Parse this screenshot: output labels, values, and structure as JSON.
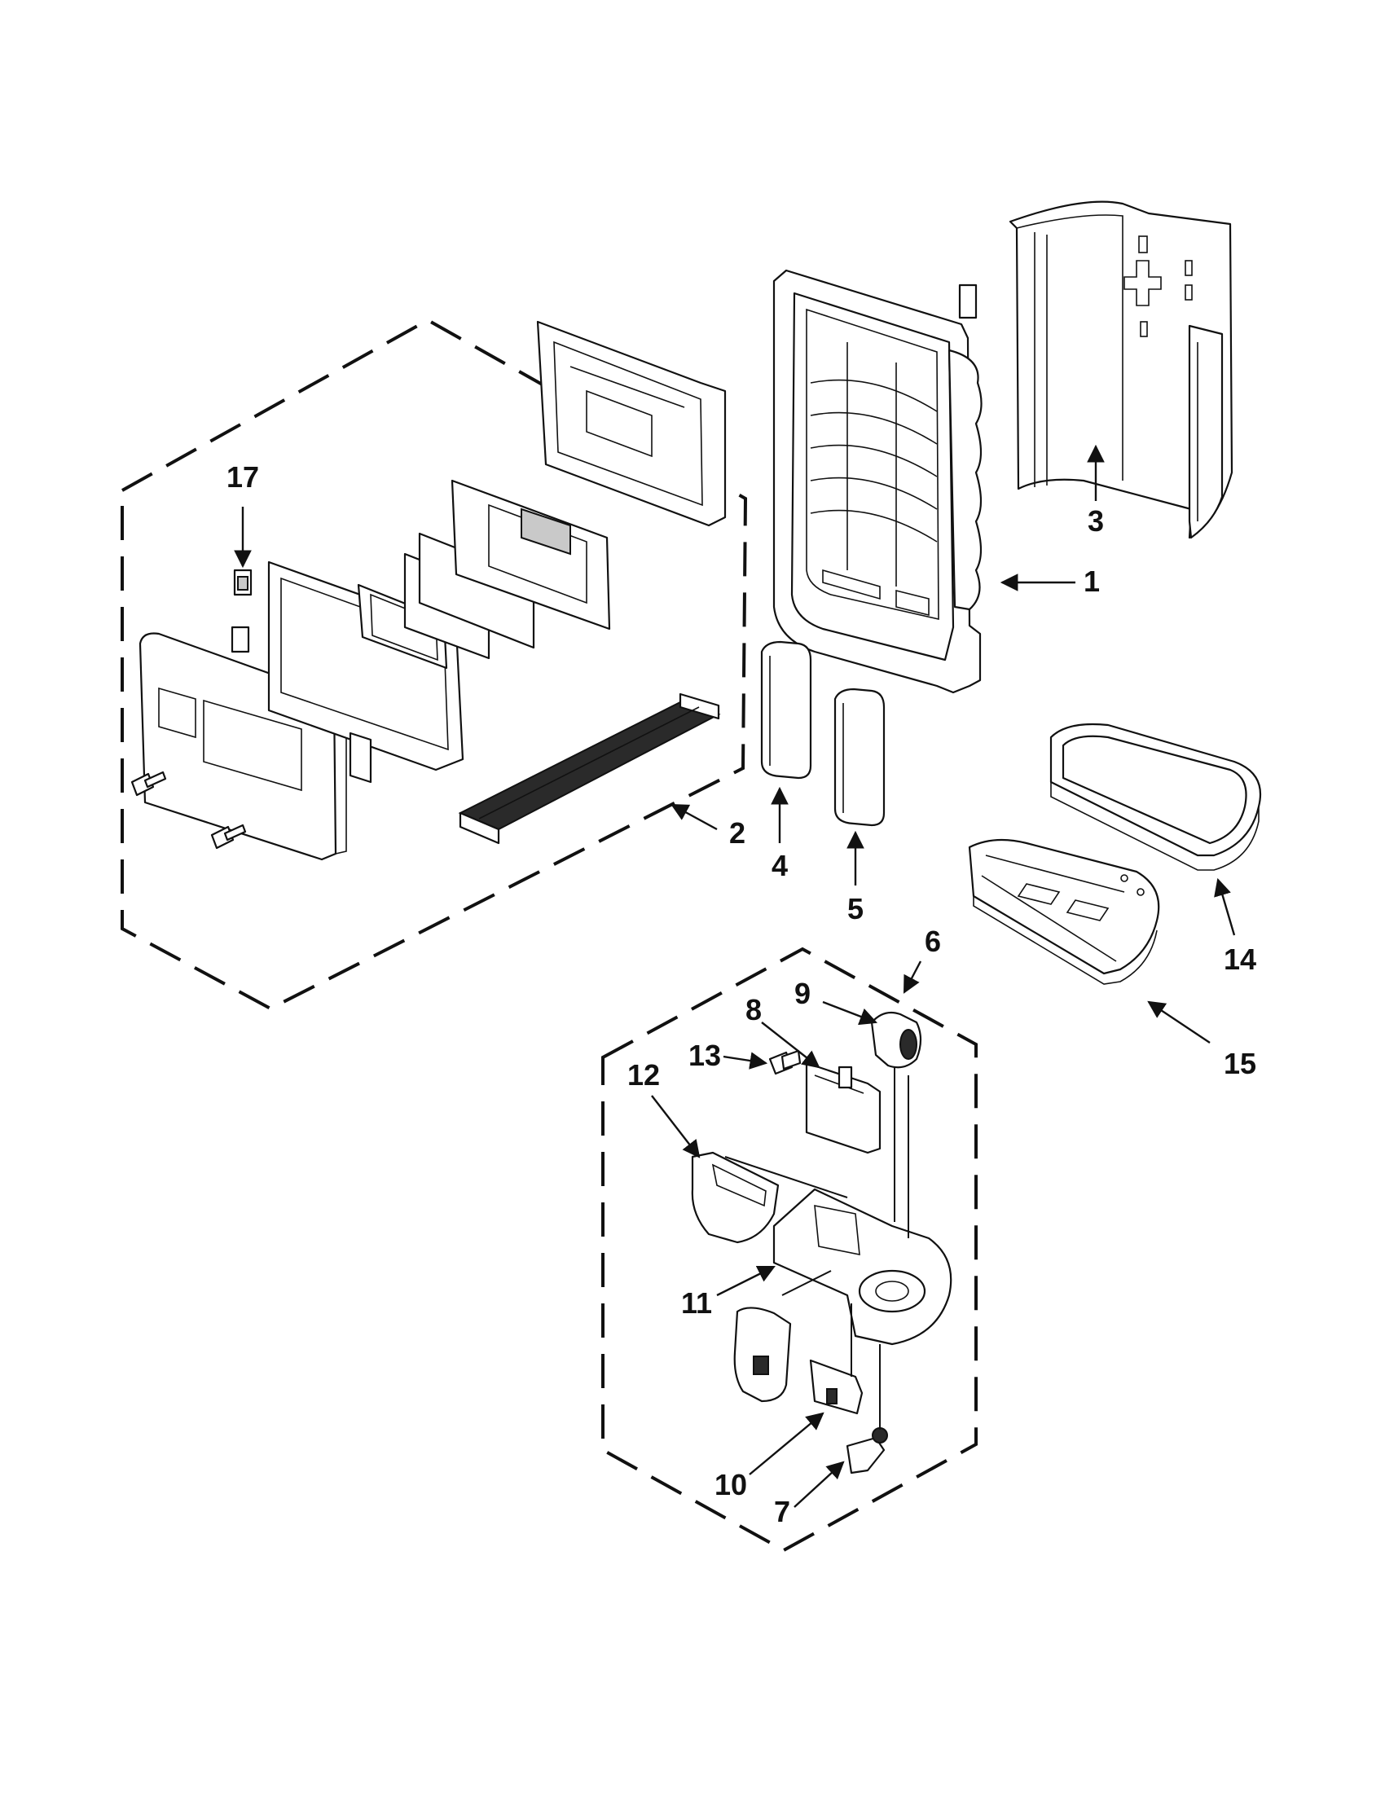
{
  "callouts": [
    {
      "id": "1",
      "text": "1"
    },
    {
      "id": "2",
      "text": "2"
    },
    {
      "id": "3",
      "text": "3"
    },
    {
      "id": "4",
      "text": "4"
    },
    {
      "id": "5",
      "text": "5"
    },
    {
      "id": "6",
      "text": "6"
    },
    {
      "id": "7",
      "text": "7"
    },
    {
      "id": "8",
      "text": "8"
    },
    {
      "id": "9",
      "text": "9"
    },
    {
      "id": "10",
      "text": "10"
    },
    {
      "id": "11",
      "text": "11"
    },
    {
      "id": "12",
      "text": "12"
    },
    {
      "id": "13",
      "text": "13"
    },
    {
      "id": "14",
      "text": "14"
    },
    {
      "id": "15",
      "text": "15"
    },
    {
      "id": "17",
      "text": "17"
    }
  ],
  "colors": {
    "line": "#111111",
    "fill": "#ffffff",
    "shade": "#c9c9c9"
  }
}
